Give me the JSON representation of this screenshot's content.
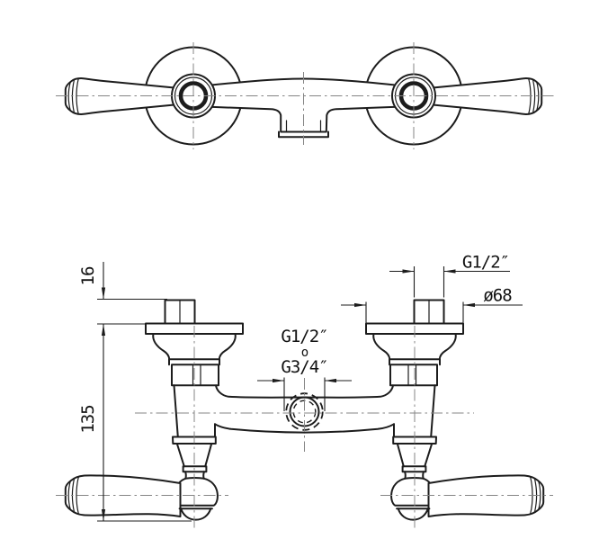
{
  "drawing": {
    "colors": {
      "background": "#ffffff",
      "line": "#1c1c1c",
      "centerline": "#858585"
    },
    "labels": {
      "nipple_height": "16",
      "body_height": "135",
      "inlet_thread": "G1/2″",
      "flange_diameter": "ø68",
      "outlet_thread_primary": "G1/2″",
      "outlet_conjunction": "o",
      "outlet_thread_secondary": "G3/4″"
    }
  }
}
